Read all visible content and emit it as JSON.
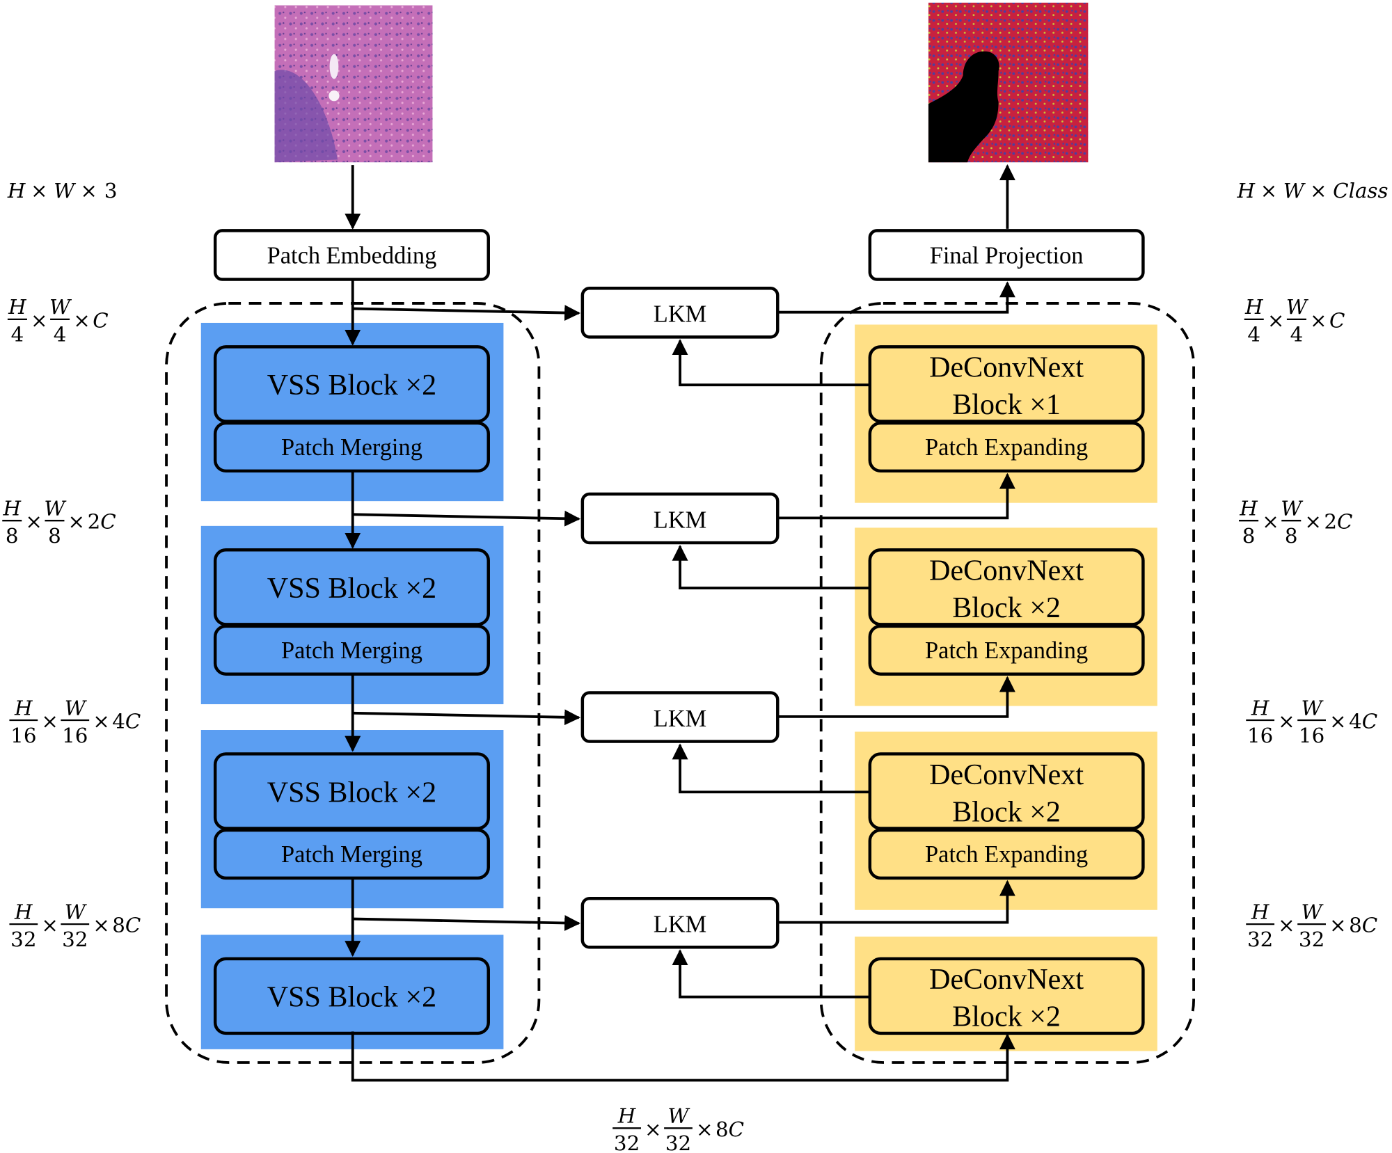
{
  "colors": {
    "encoder_bg": "#5B9EF2",
    "encoder_box": "#5B9EF2",
    "decoder_bg": "#FFE086",
    "decoder_box": "#FFE086",
    "line": "#000000"
  },
  "images": {
    "input": {
      "name": "input-histology-image",
      "description": "H&E stained histopathology patch (pink/purple tissue)"
    },
    "output": {
      "name": "output-segmentation-mask",
      "description": "Segmentation map (red, blue, yellow, black regions)"
    }
  },
  "labels": {
    "input_dims": {
      "a": "H",
      "b": "W",
      "c": "3"
    },
    "output_dims": {
      "a": "H",
      "b": "W",
      "c": "Class"
    },
    "stage_dims": [
      {
        "num_h": "H",
        "den_h": "4",
        "num_w": "W",
        "den_w": "4",
        "ch": "C"
      },
      {
        "num_h": "H",
        "den_h": "8",
        "num_w": "W",
        "den_w": "8",
        "ch": "2C"
      },
      {
        "num_h": "H",
        "den_h": "16",
        "num_w": "W",
        "den_w": "16",
        "ch": "4C"
      },
      {
        "num_h": "H",
        "den_h": "32",
        "num_w": "W",
        "den_w": "32",
        "ch": "8C"
      }
    ],
    "bottleneck_dims": {
      "num_h": "H",
      "den_h": "32",
      "num_w": "W",
      "den_w": "32",
      "ch": "8C"
    },
    "times": "×"
  },
  "blocks": {
    "patch_embedding": "Patch Embedding",
    "final_projection": "Final Projection",
    "encoder": [
      {
        "main": "VSS Block ×2",
        "sub": "Patch Merging"
      },
      {
        "main": "VSS Block ×2",
        "sub": "Patch Merging"
      },
      {
        "main": "VSS Block ×2",
        "sub": "Patch Merging"
      },
      {
        "main": "VSS Block ×2",
        "sub": ""
      }
    ],
    "decoder": [
      {
        "line1": "DeConvNext",
        "line2": "Block ×1",
        "sub": "Patch Expanding"
      },
      {
        "line1": "DeConvNext",
        "line2": "Block ×2",
        "sub": "Patch Expanding"
      },
      {
        "line1": "DeConvNext",
        "line2": "Block ×2",
        "sub": "Patch Expanding"
      },
      {
        "line1": "DeConvNext",
        "line2": "Block ×2",
        "sub": ""
      }
    ],
    "lkm": [
      "LKM",
      "LKM",
      "LKM",
      "LKM"
    ]
  }
}
